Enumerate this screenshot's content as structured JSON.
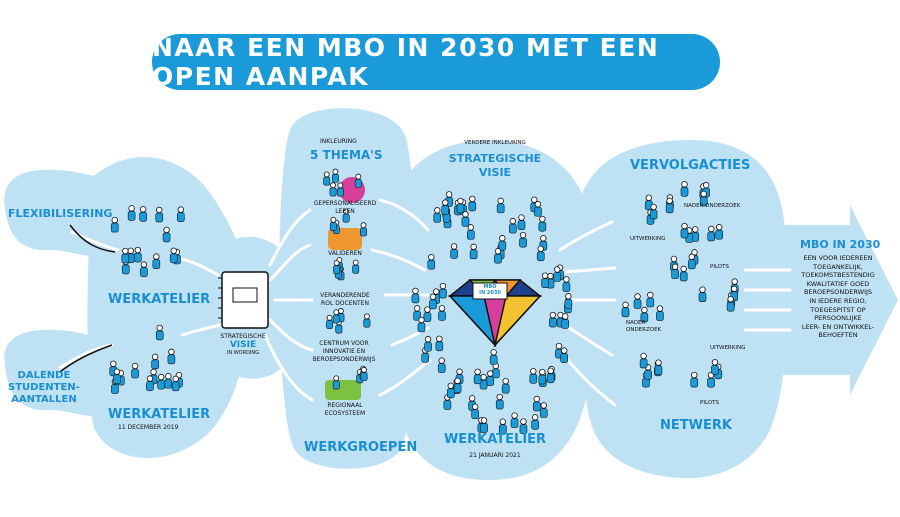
{
  "title": "NAAR EEN MBO IN 2030 MET EEN OPEN AANPAK",
  "inputs": {
    "flexibilisering": "FLEXIBILISERING",
    "dalende": [
      "DALENDE",
      "STUDENTEN-",
      "AANTALLEN"
    ]
  },
  "werkatelier1": {
    "label": "WERKATELIER"
  },
  "werkatelier2": {
    "label": "WERKATELIER",
    "date": "11 DECEMBER 2019"
  },
  "visie_wording": {
    "line1": "STRATEGISCHE",
    "line2": "VISIE",
    "line3": "IN WORDING"
  },
  "themas": {
    "intro": "INKLEURING",
    "title": "5 THEMA'S",
    "items": [
      [
        "GEPERSONALISEERD",
        "LEREN"
      ],
      [
        "VALIDEREN"
      ],
      [
        "VERANDERENDE",
        "ROL DOCENTEN"
      ],
      [
        "CENTRUM VOOR",
        "INNOVATIE EN",
        "BEROEPSONDERWIJS"
      ],
      [
        "REGIONAAL",
        "ECOSYSTEEM"
      ]
    ],
    "footer": "WERKGROEPEN"
  },
  "strategische": {
    "intro": "VERDERE INKLEURING",
    "line1": "STRATEGISCHE",
    "line2": "VISIE"
  },
  "diamond": {
    "line1": "MBO",
    "line2": "IN 2030"
  },
  "werkatelier3": {
    "label": "WERKATELIER",
    "date": "21 JANUARI 2021"
  },
  "vervolg": {
    "title": "VERVOLGACTIES",
    "labels": [
      "NADER ONDERZOEK",
      "UITWERKING",
      "PILOTS",
      "NADER ONDERZOEK",
      "UITWERKING",
      "PILOTS"
    ],
    "footer": "NETWERK"
  },
  "mbo2030": {
    "title": "MBO IN 2030",
    "lines": [
      "EEN VOOR IEDEREEN",
      "TOEGANKELIJK,",
      "TOEKOMSTBESTENDIG",
      "KWALITATIEF GOED",
      "BEROEPSONDERWIJS",
      "IN IEDERE REGIO,",
      "TOEGESPITST OP",
      "PERSOONLIJKE",
      "LEER- EN ONTWIKKEL-",
      "BEHOEFTEN"
    ]
  },
  "colors": {
    "blob": "#bfe1f4",
    "accent": "#1a9ad8",
    "theme_pink": "#d6409b",
    "theme_orange": "#f0962e",
    "theme_green": "#7cc142"
  }
}
